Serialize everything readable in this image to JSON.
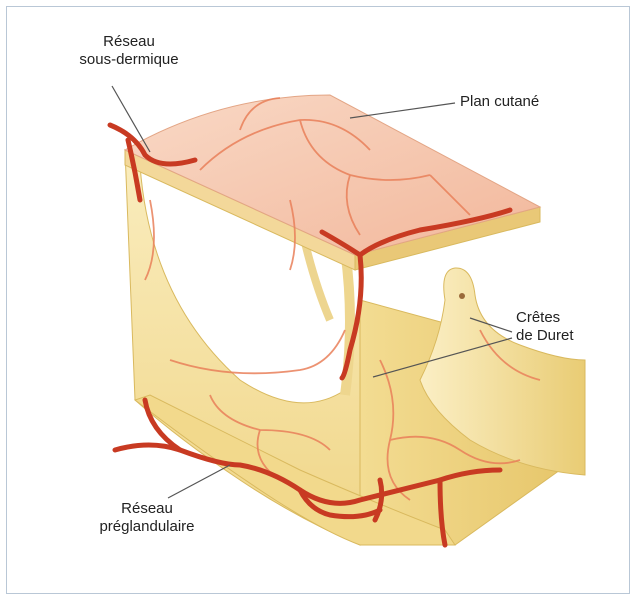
{
  "labels": {
    "reseau_sous_dermique": [
      "Réseau",
      "sous-dermique"
    ],
    "plan_cutane": "Plan cutané",
    "cretes_de_duret": [
      "Crêtes",
      "de Duret"
    ],
    "reseau_preglandulaire": [
      "Réseau",
      "préglandulaire"
    ]
  },
  "colors": {
    "frame_border": "#b9c7d6",
    "skin_top": "#f6c6ad",
    "tissue": "#f8e6a8",
    "tissue_dark": "#eccf76",
    "vessel": "#c83a22",
    "capillary": "#e9805a"
  }
}
